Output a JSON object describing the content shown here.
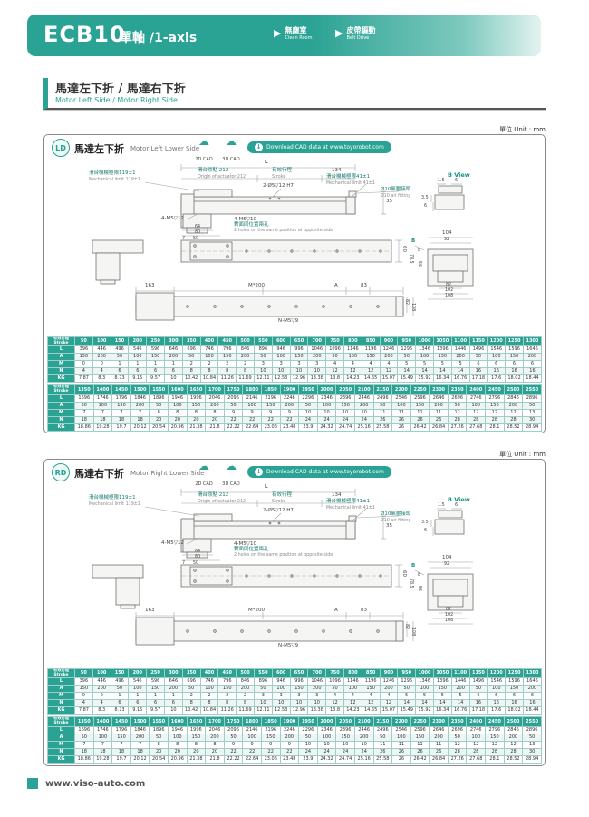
{
  "header": {
    "model": "ECB10",
    "subtitle": "單軸 /1-axis",
    "features": [
      {
        "zh": "無塵室",
        "en": "Clean Room"
      },
      {
        "zh": "皮帶驅動",
        "en": "Belt Drive"
      }
    ]
  },
  "section": {
    "title_zh": "馬達左下折 / 馬達右下折",
    "title_en": "Motor Left Side / Motor Right Side"
  },
  "unit_note": "單位 Unit : mm",
  "cad": {
    "label_2d": "2D CAD",
    "label_3d": "3D CAD",
    "download": "Download CAD data at www.toyorobot.com"
  },
  "panels": {
    "ld": {
      "badge": "LD",
      "title_zh": "馬達左下折",
      "title_en": "Motor Left Lower Side"
    },
    "rd": {
      "badge": "RD",
      "title_zh": "馬達右下折",
      "title_en": "Motor Right Lower Side"
    }
  },
  "dims": {
    "L": "L",
    "d134": "134",
    "origin_zh": "滑台原點 212",
    "origin_en": "Origin of actuator 212",
    "stroke_zh": "有效行程",
    "stroke_en": "Stroke",
    "mech119_zh": "滑台機械極限119±1",
    "mech119_en": "Mechanical limit 119±1",
    "mech41_zh": "滑台機械極限41±1",
    "mech41_en": "Mechanical limit 41±1",
    "holes2": "2-Ø5▽12 H7",
    "air_zh": "Ø10氣壓接頭",
    "air_en": "Ø10 air fitting",
    "d35": "35",
    "bview": "B View",
    "d1_5": "1.5",
    "d6": "6",
    "d3_5": "3.5",
    "d6b": "6",
    "m512": "4-M5▽12",
    "m510": "4-M5▽10",
    "oppo_zh": "對面同位置兩孔",
    "oppo_en": "2 holes on the same position at opposite side",
    "d64": "64",
    "d80": "80",
    "d7": "7",
    "d50": "50",
    "d60": "60",
    "d104": "104",
    "d92": "92",
    "d8": "8",
    "d78_5": "78.5",
    "d56": "56",
    "d82": "82",
    "d102": "102",
    "d108": "108",
    "d163": "163",
    "m200": "M*200",
    "dA": "A",
    "d83": "83",
    "nm5": "N-M5▽9",
    "bletter": "B"
  },
  "tables": [
    [
      [
        "有效行程\nStroke",
        "50",
        "100",
        "150",
        "200",
        "250",
        "300",
        "350",
        "400",
        "450",
        "500",
        "550",
        "600",
        "650",
        "700",
        "750",
        "800",
        "850",
        "900",
        "950",
        "1000",
        "1050",
        "1100",
        "1150",
        "1200",
        "1250",
        "1300"
      ],
      [
        "L",
        "396",
        "446",
        "496",
        "546",
        "596",
        "646",
        "696",
        "746",
        "796",
        "846",
        "896",
        "946",
        "996",
        "1046",
        "1096",
        "1146",
        "1196",
        "1246",
        "1296",
        "1346",
        "1396",
        "1446",
        "1496",
        "1546",
        "1596",
        "1646"
      ],
      [
        "A",
        "150",
        "200",
        "50",
        "100",
        "150",
        "200",
        "50",
        "100",
        "150",
        "200",
        "50",
        "100",
        "150",
        "200",
        "50",
        "100",
        "150",
        "200",
        "50",
        "100",
        "150",
        "200",
        "50",
        "100",
        "150",
        "200"
      ],
      [
        "M",
        "0",
        "0",
        "1",
        "1",
        "1",
        "1",
        "2",
        "2",
        "2",
        "2",
        "3",
        "3",
        "3",
        "3",
        "4",
        "4",
        "4",
        "4",
        "5",
        "5",
        "5",
        "5",
        "6",
        "6",
        "6",
        "6"
      ],
      [
        "N",
        "4",
        "4",
        "6",
        "6",
        "6",
        "6",
        "8",
        "8",
        "8",
        "8",
        "10",
        "10",
        "10",
        "10",
        "12",
        "12",
        "12",
        "12",
        "14",
        "14",
        "14",
        "14",
        "16",
        "16",
        "16",
        "16"
      ],
      [
        "KG",
        "7.87",
        "8.3",
        "8.73",
        "9.15",
        "9.57",
        "10",
        "10.42",
        "10.84",
        "11.26",
        "11.69",
        "12.11",
        "12.53",
        "12.96",
        "13.38",
        "13.8",
        "14.23",
        "14.65",
        "15.07",
        "15.49",
        "15.92",
        "16.34",
        "16.76",
        "17.18",
        "17.6",
        "18.02",
        "18.44"
      ]
    ],
    [
      [
        "有效行程\nStroke",
        "1350",
        "1400",
        "1450",
        "1500",
        "1550",
        "1600",
        "1650",
        "1700",
        "1750",
        "1800",
        "1850",
        "1900",
        "1950",
        "2000",
        "2050",
        "2100",
        "2150",
        "2200",
        "2250",
        "2300",
        "2350",
        "2400",
        "2450",
        "2500",
        "2550"
      ],
      [
        "L",
        "1696",
        "1746",
        "1796",
        "1846",
        "1896",
        "1946",
        "1996",
        "2046",
        "2096",
        "2146",
        "2196",
        "2246",
        "2296",
        "2346",
        "2396",
        "2446",
        "2496",
        "2546",
        "2596",
        "2646",
        "2696",
        "2746",
        "2796",
        "2846",
        "2896"
      ],
      [
        "A",
        "50",
        "100",
        "150",
        "200",
        "50",
        "100",
        "150",
        "200",
        "50",
        "100",
        "150",
        "200",
        "50",
        "100",
        "150",
        "200",
        "50",
        "100",
        "150",
        "200",
        "50",
        "100",
        "150",
        "200",
        "50"
      ],
      [
        "M",
        "7",
        "7",
        "7",
        "7",
        "8",
        "8",
        "8",
        "8",
        "9",
        "9",
        "9",
        "9",
        "10",
        "10",
        "10",
        "10",
        "11",
        "11",
        "11",
        "11",
        "12",
        "12",
        "12",
        "12",
        "13"
      ],
      [
        "N",
        "18",
        "18",
        "18",
        "18",
        "20",
        "20",
        "20",
        "20",
        "22",
        "22",
        "22",
        "22",
        "24",
        "24",
        "24",
        "24",
        "26",
        "26",
        "26",
        "26",
        "28",
        "28",
        "28",
        "28",
        "30"
      ],
      [
        "KG",
        "18.86",
        "19.28",
        "19.7",
        "20.12",
        "20.54",
        "20.96",
        "21.38",
        "21.8",
        "22.22",
        "22.64",
        "23.06",
        "23.48",
        "23.9",
        "24.32",
        "24.74",
        "25.16",
        "25.58",
        "26",
        "26.42",
        "26.84",
        "27.26",
        "27.68",
        "28.1",
        "28.52",
        "28.94"
      ]
    ]
  ],
  "footer": {
    "site": "www.viso-auto.com"
  }
}
